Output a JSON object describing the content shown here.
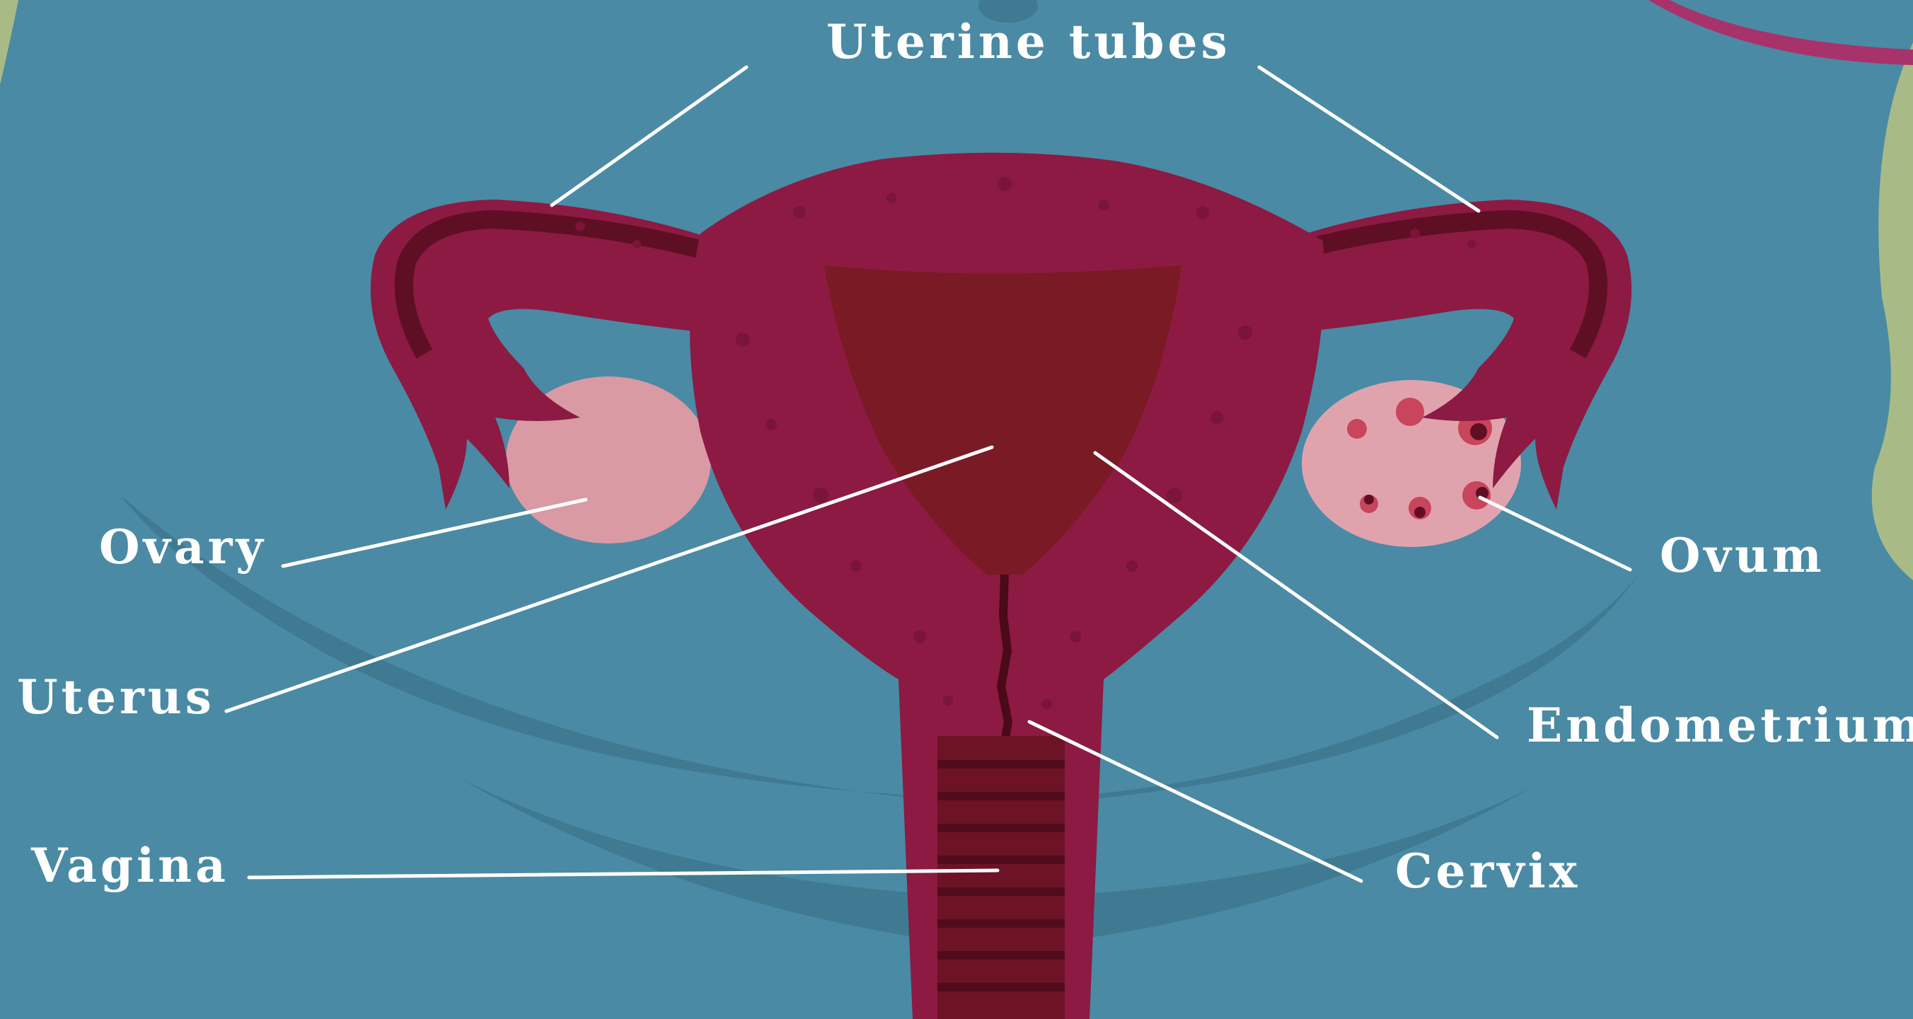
{
  "labels": {
    "uterine_tubes": "Uterine tubes",
    "ovary": "Ovary",
    "uterus": "Uterus",
    "vagina": "Vagina",
    "ovum": "Ovum",
    "endometrium": "Endometrium",
    "cervix": "Cervix"
  },
  "colors": {
    "background": "#4a8aa4",
    "shadow": "#3f7a92",
    "tissue": "#8c1a42",
    "tissue_dark": "#5e0f24",
    "cavity": "#7a1a24",
    "ovary": "#d99aa4",
    "follicle": "#c8455c",
    "side_green": "#a8bb86",
    "label": "#ffffff"
  }
}
